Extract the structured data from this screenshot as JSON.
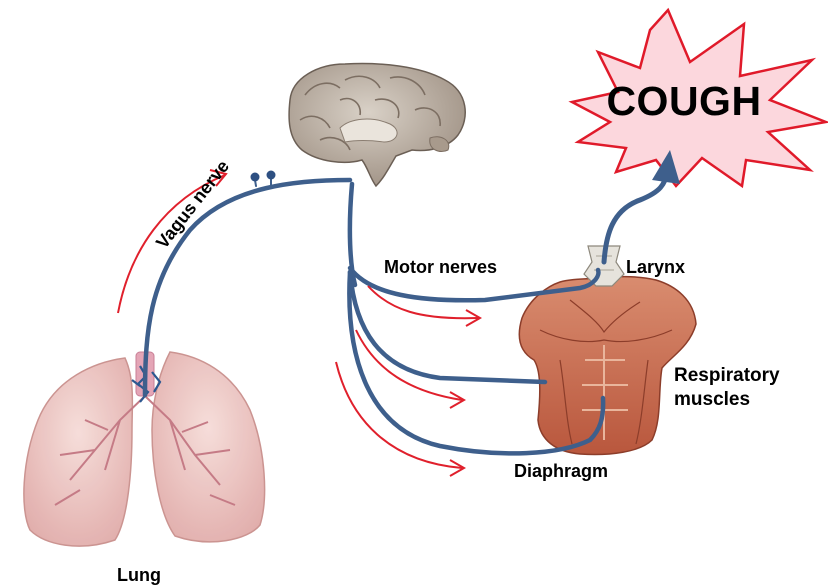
{
  "labels": {
    "cough": "COUGH",
    "vagus_nerve": "Vagus nerve",
    "motor_nerves": "Motor nerves",
    "larynx": "Larynx",
    "respiratory_muscles_line1": "Respiratory",
    "respiratory_muscles_line2": "muscles",
    "diaphragm": "Diaphragm",
    "lung": "Lung"
  },
  "colors": {
    "nerve": "#3e5f8c",
    "flow_arrow": "#e0202c",
    "burst_fill": "#fcd7dd",
    "burst_stroke": "#e01a2a",
    "lung_tissue": "#efc6c3",
    "brain": "#bfb4a8",
    "muscle": "#c7684d"
  },
  "icons": [
    "brain-illustration",
    "lung-illustration",
    "torso-muscles-illustration",
    "larynx-illustration",
    "receptor-icon"
  ]
}
